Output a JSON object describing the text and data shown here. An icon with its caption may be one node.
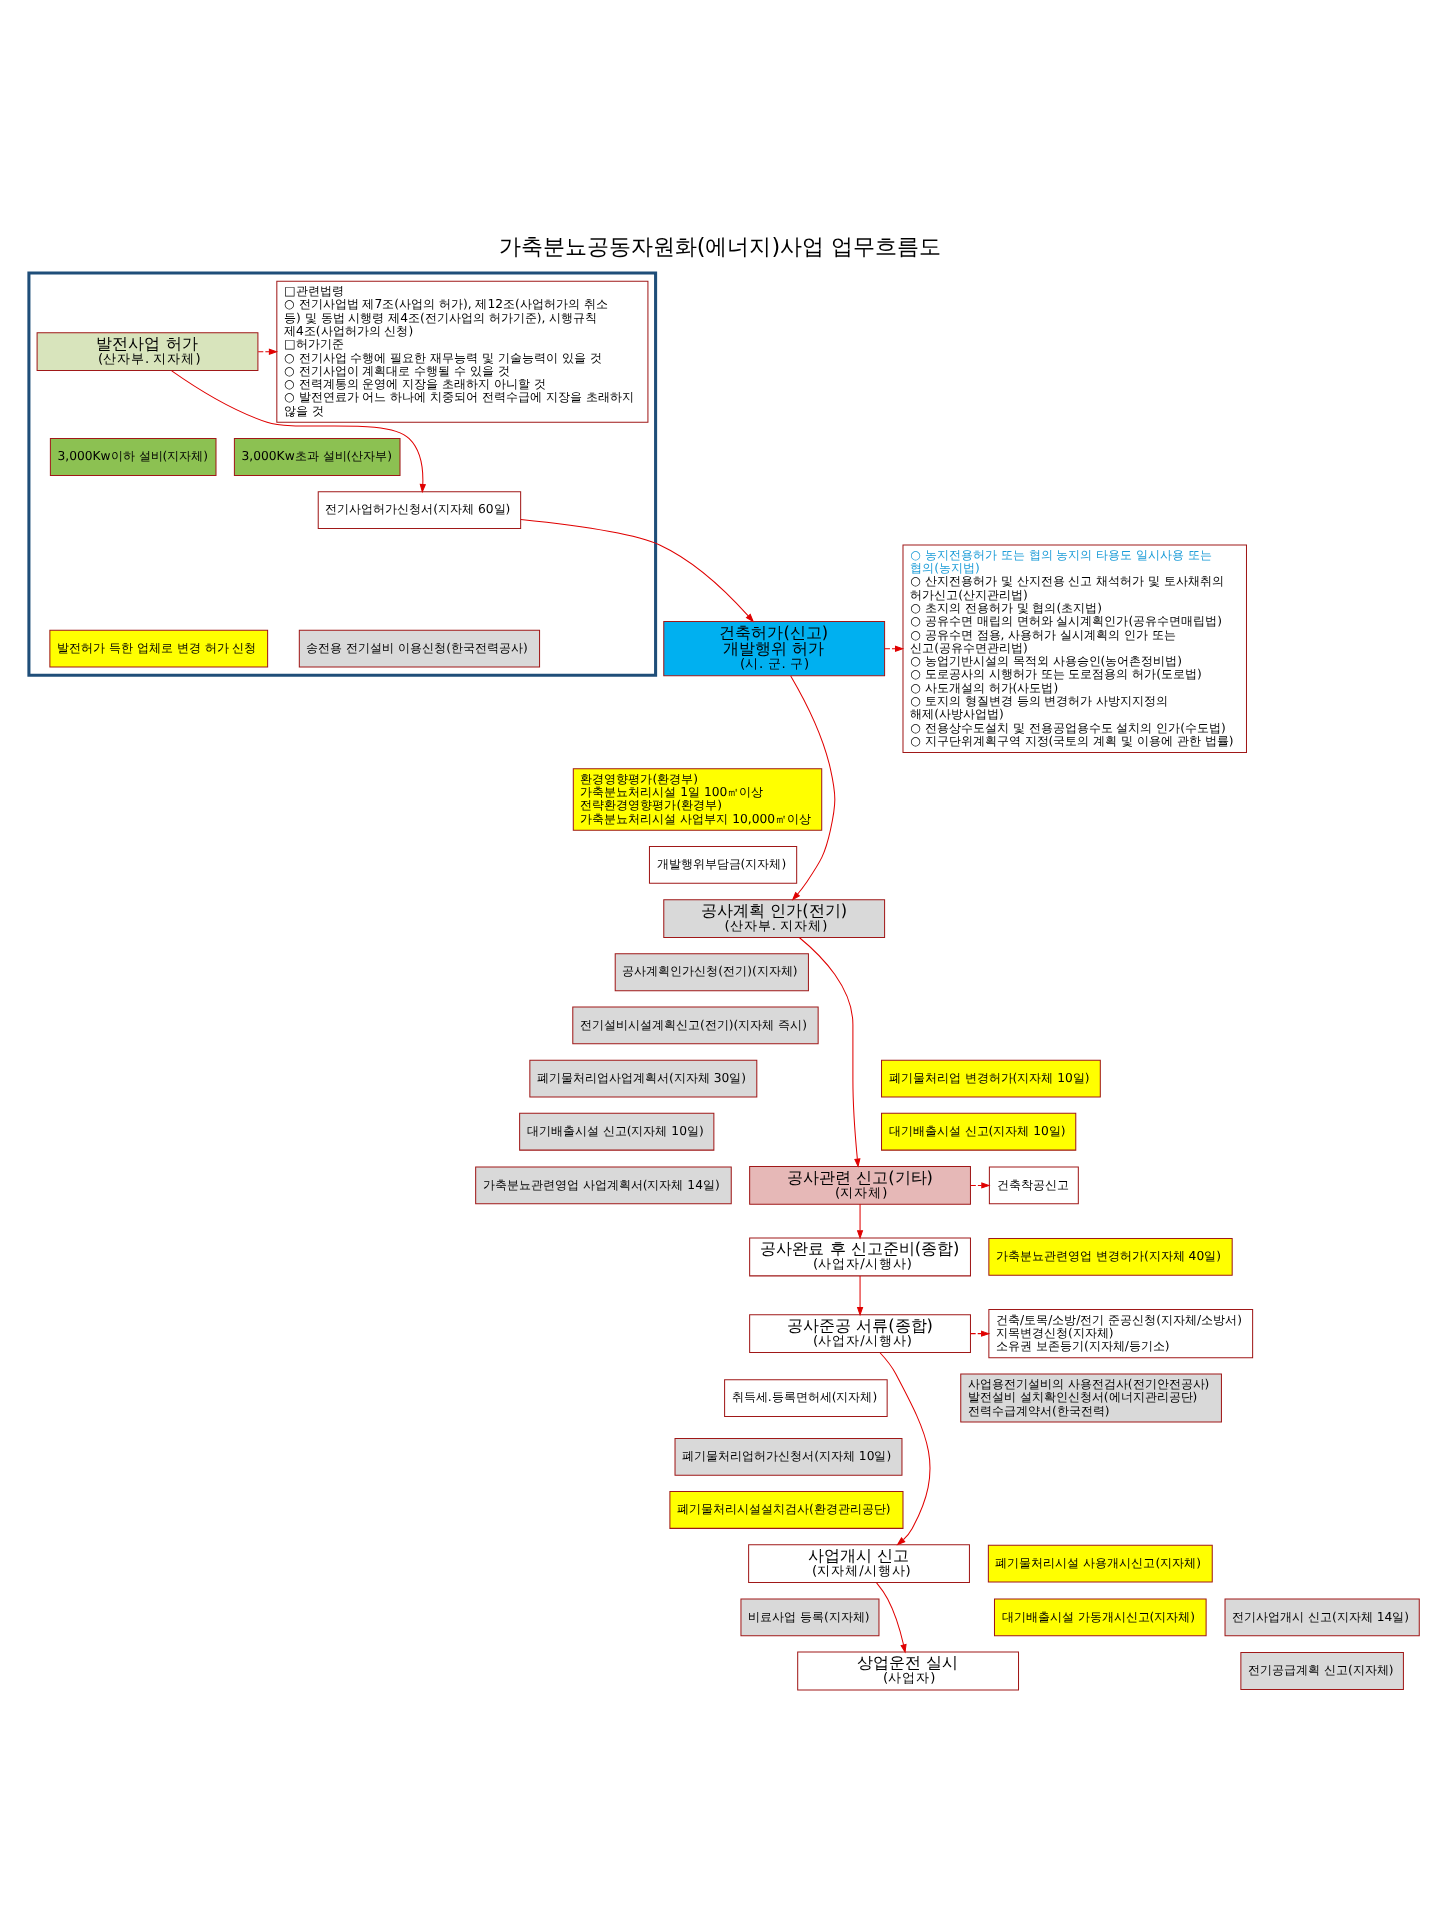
{
  "diagram": {
    "title": "가축분뇨공동자원화(에너지)사업 업무흐름도",
    "nodes": [
      {
        "text": [],
        "shape": "box"
      },
      {
        "text": [
          "발전사업 허가",
          "(산자부. 지자체)"
        ],
        "in": 0
      },
      {
        "text": [
          "□관련법령",
          "○ 전기사업법 제7조(사업의 허가), 제12조(사업허가의 취소 등) 및 동법 시행령 제4조(전기사업의 허가기준), 시행규칙 제4조(사업허가의 신청)",
          "□허가기준",
          "○ 전기사업 수행에 필요한 재무능력 및 기술능력이 있을 것",
          "○ 전기사업이 계획대로 수행될 수 있을 것",
          "○ 전력계통의 운영에 지장을 초래하지 아니할 것",
          "○ 발전연료가 어느 하나에 치중되어 전력수급에 지장을 초래하지 않을 것"
        ],
        "in": 0
      },
      {
        "text": [
          "3,000Kw이하 설비(지자체)"
        ],
        "in": 0
      },
      {
        "text": [
          "3,000Kw초과 설비(산자부)"
        ],
        "in": 0
      },
      {
        "text": [
          "전기사업허가신청서(지자체 60일)"
        ],
        "in": 0
      },
      {
        "text": [
          "송전용 전기설비 이용신청(한국전력공사)"
        ],
        "in": 0
      },
      {
        "text": [
          "발전허가 득한 업체로 변경 허가 신청"
        ],
        "in": 0
      },
      {
        "text": [
          "건축허가(신고) 개발행위 허가",
          "(시. 군. 구)"
        ]
      },
      {
        "text": [
          "○ 농지전용허가 또는 협의 농지의 타용도 일시사용 또는 협의(농지법)",
          "○ 산지전용허가 및 산지전용 신고 채석허가 및 토사채취의 허가신고(산지관리법)",
          "○ 초지의 전용허가 및 협의(초지법)",
          "○ 공유수면 매립의 면허와 실시계획인가(공유수면매립법)",
          "○ 공유수면 점용, 사용허가 실시계획의 인가 또는 신고(공유수면관리법)",
          "○ 농업기반시설의 목적외 사용승인(농어촌정비법)",
          "○ 도로공사의 시행허가 또는 도로점용의 허가(도로법)",
          "○ 사도개설의 허가(사도법)",
          "○ 토지의 형질변경 등의 변경허가 사방지지정의 해제(사방사업법)",
          "○ 전용상수도설치 및 전용공업용수도 설치의 인가(수도법)",
          "○ 지구단위계획구역 지정(국토의 계획 및 이용에 관한 법률)"
        ]
      },
      {
        "text": [
          "환경영향평가(환경부)",
          "가축분뇨처리시설 1일 100㎥이상",
          "전략환경영향평가(환경부)",
          "가축분뇨처리시설 사업부지 10,000㎡이상"
        ]
      },
      {
        "text": [
          "개발행위부담금(지자체)"
        ]
      },
      {
        "text": [
          "공사계획 인가(전기)",
          "(산자부. 지자체)"
        ]
      },
      {
        "text": [
          "공사계획인가신청(전기)(지자체)"
        ]
      },
      {
        "text": [
          "전기설비시설계획신고(전기)(지자체 즉시)"
        ]
      },
      {
        "text": [
          "폐기물처리업사업계획서(지자체 30일)"
        ]
      },
      {
        "text": [
          "폐기물처리업 변경허가(지자체 10일)"
        ]
      },
      {
        "text": [
          "대기배출시설 신고(지자체 10일)"
        ]
      },
      {
        "text": [
          "대기배출시설 신고(지자체 10일)"
        ]
      },
      {
        "text": [
          "건축착공신고"
        ]
      },
      {
        "text": [
          "공사관련 신고(기타)",
          "(지자체)"
        ]
      },
      {
        "text": [
          "가축분뇨관련영업 사업계획서(지자체 14일)"
        ]
      },
      {
        "text": [
          "가축분뇨관련영업 변경허가(지자체 40일)"
        ]
      },
      {
        "text": [
          "공사완료 후 신고준비(종합)",
          "(사업자/시행사)"
        ]
      },
      {
        "text": [
          "공사준공 서류(종합)",
          "(사업자/시행사)"
        ]
      },
      {
        "text": [
          "건축/토목/소방/전기 준공신청(지자체/소방서)",
          "지목변경신청(지자체)",
          "소유권 보존등기(지자체/등기소)"
        ]
      },
      {
        "text": [
          "취득세.등록면허세(지자체)"
        ]
      },
      {
        "text": [
          "사업용전기설비의 사용전검사(전기안전공사)",
          "발전설비 설치확인신청서(에너지관리공단)",
          "전력수급계약서(한국전력)"
        ]
      },
      {
        "text": [
          "폐기물처리업허가신청서(지자체 10일)"
        ]
      },
      {
        "text": [
          "폐기물처리시설설치검사(환경관리공단)"
        ]
      },
      {
        "text": [
          "사업개시 신고",
          "(지자체/시행사)"
        ]
      },
      {
        "text": [
          "폐기물처리시설 사용개시신고(지자체)"
        ]
      },
      {
        "text": [
          "대기배출시설 가동개시신고(지자체)"
        ]
      },
      {
        "text": [
          "비료사업 등록(지자체)"
        ]
      },
      {
        "text": [
          "전기사업개시 신고(지자체 14일)"
        ]
      },
      {
        "text": [
          "전기공급계획 신고(지자체)"
        ]
      },
      {
        "text": [
          "상업운전 실시",
          "(사업자)"
        ]
      }
    ],
    "edges": [
      {
        "from": 1,
        "to": 2,
        "arrow": "to",
        "style": "dashed"
      },
      {
        "from": 1,
        "to": 5,
        "arrow": "to"
      },
      {
        "from": 5,
        "to": 8,
        "arrow": "to"
      },
      {
        "from": 8,
        "to": 9,
        "arrow": "to",
        "style": "dashed"
      },
      {
        "from": 8,
        "to": 12,
        "arrow": "to"
      },
      {
        "from": 12,
        "to": 20,
        "arrow": "to"
      },
      {
        "from": 20,
        "to": 19,
        "arrow": "to",
        "style": "dashed"
      },
      {
        "from": 20,
        "to": 23,
        "arrow": "to"
      },
      {
        "from": 23,
        "to": 24,
        "arrow": "to"
      },
      {
        "from": 24,
        "to": 25,
        "arrow": "to",
        "style": "dashed"
      },
      {
        "from": 24,
        "to": 30,
        "arrow": "to"
      },
      {
        "from": 30,
        "to": 36,
        "arrow": "to"
      }
    ]
  }
}
